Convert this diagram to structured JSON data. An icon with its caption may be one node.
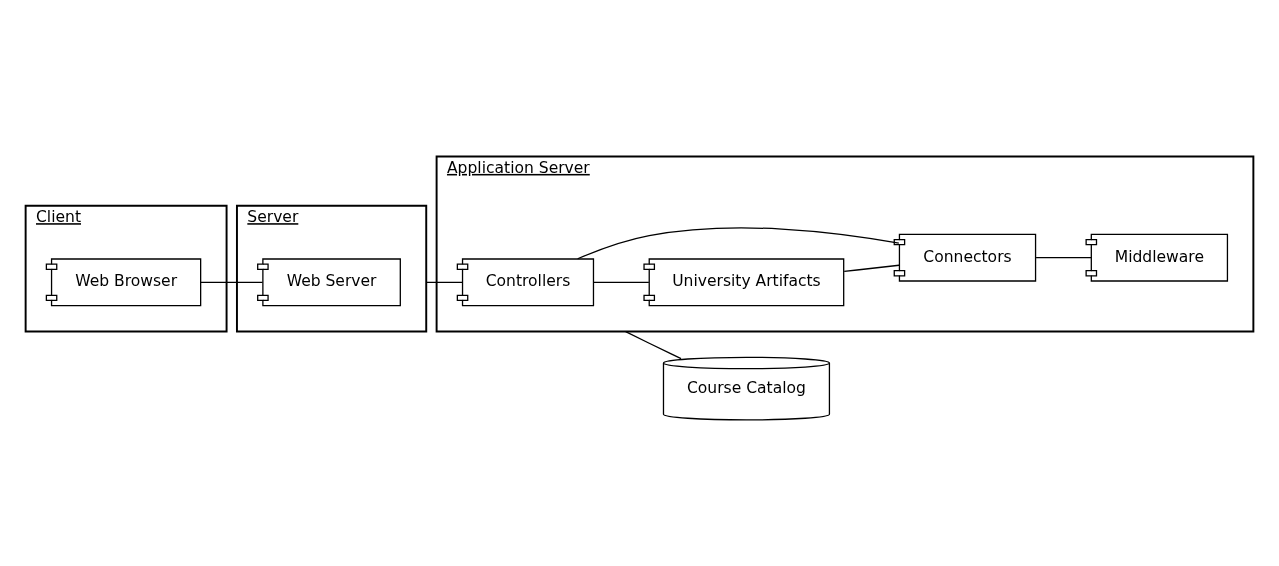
{
  "diagram": {
    "nodes": [
      {
        "text": [
          "Client"
        ]
      },
      {
        "text": [
          "Web Browser"
        ],
        "in": 0
      },
      {
        "text": [
          "Server"
        ]
      },
      {
        "text": [
          "Web Server"
        ],
        "in": 2
      },
      {
        "text": [
          "Application Server"
        ]
      },
      {
        "text": [
          "Controllers"
        ],
        "in": 4
      },
      {
        "text": [
          "University Artifacts"
        ],
        "in": 4
      },
      {
        "text": [
          "Connectors"
        ],
        "in": 4
      },
      {
        "text": [
          "Middleware"
        ],
        "in": 4
      },
      {
        "text": [
          "Course Catalog"
        ]
      }
    ],
    "edges": [
      {
        "from": 1,
        "to": 3,
        "arrow": "none"
      },
      {
        "from": 2,
        "to": 5,
        "arrow": "none"
      },
      {
        "from": 5,
        "to": 6,
        "arrow": "none"
      },
      {
        "from": 5,
        "to": 7,
        "arrow": "none"
      },
      {
        "from": 6,
        "to": 7,
        "arrow": "none"
      },
      {
        "from": 7,
        "to": 8,
        "arrow": "none"
      },
      {
        "from": 4,
        "to": 9,
        "arrow": "none"
      }
    ]
  }
}
